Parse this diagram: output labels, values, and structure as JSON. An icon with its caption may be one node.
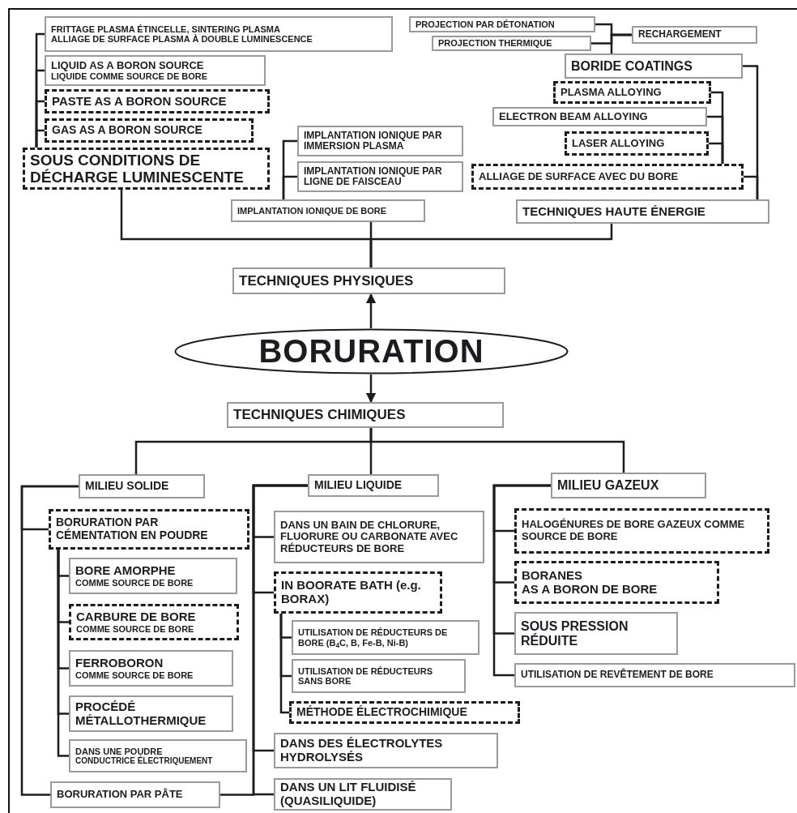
{
  "diagram": {
    "nodes": [
      {
        "text": [
          "BORURATION"
        ]
      },
      {
        "text": [
          "TECHNIQUES PHYSIQUES"
        ]
      },
      {
        "text": [
          "TECHNIQUES CHIMIQUES"
        ]
      },
      {
        "text": [
          "SOUS CONDITIONS DE DÉCHARGE LUMINESCENTE"
        ]
      },
      {
        "text": [
          "FRITTAGE PLASMA ÉTINCELLE, SINTERING PLASMA",
          "ALLIAGE DE SURFACE PLASMA À DOUBLE LUMINESCENCE"
        ]
      },
      {
        "text": [
          "LIQUID AS A BORON SOURCE",
          "LIQUIDE COMME SOURCE DE BORE"
        ]
      },
      {
        "text": [
          "PASTE AS A BORON SOURCE"
        ]
      },
      {
        "text": [
          "GAS AS A BORON SOURCE"
        ]
      },
      {
        "text": [
          "IMPLANTATION IONIQUE DE BORE"
        ]
      },
      {
        "text": [
          "IMPLANTATION IONIQUE PAR IMMERSION PLASMA"
        ]
      },
      {
        "text": [
          "IMPLANTATION IONIQUE PAR LIGNE DE FAISCEAU"
        ]
      },
      {
        "text": [
          "TECHNIQUES HAUTE ÉNERGIE"
        ]
      },
      {
        "text": [
          "BORIDE COATINGS"
        ]
      },
      {
        "text": [
          "RECHARGEMENT"
        ]
      },
      {
        "text": [
          "PROJECTION PAR DÉTONATION"
        ]
      },
      {
        "text": [
          "PROJECTION THERMIQUE"
        ]
      },
      {
        "text": [
          "PLASMA ALLOYING"
        ]
      },
      {
        "text": [
          "ELECTRON BEAM ALLOYING"
        ]
      },
      {
        "text": [
          "LASER ALLOYING"
        ]
      },
      {
        "text": [
          "ALLIAGE DE SURFACE AVEC DU BORE"
        ]
      },
      {
        "text": [
          "MILIEU SOLIDE"
        ]
      },
      {
        "text": [
          "MILIEU LIQUIDE"
        ]
      },
      {
        "text": [
          "MILIEU GAZEUX"
        ]
      },
      {
        "text": [
          "BORURATION PAR CÉMENTATION EN POUDRE"
        ]
      },
      {
        "text": [
          "BORURATION PAR PÂTE"
        ]
      },
      {
        "text": [
          "BORE AMORPHE",
          "COMME SOURCE DE BORE"
        ]
      },
      {
        "text": [
          "CARBURE DE BORE",
          "COMME SOURCE DE BORE"
        ]
      },
      {
        "text": [
          "FERROBORON",
          "COMME SOURCE DE BORE"
        ]
      },
      {
        "text": [
          "PROCÉDÉ MÉTALLOTHERMIQUE"
        ]
      },
      {
        "text": [
          "DANS UNE POUDRE",
          "CONDUCTRICE ÉLECTRIQUEMENT"
        ]
      },
      {
        "text": [
          "DANS UN BAIN DE CHLORURE, FLUORURE OU CARBONATE AVEC RÉDUCTEURS DE BORE"
        ]
      },
      {
        "text": [
          "IN BOORATE BATH (e.g. BORAX)"
        ]
      },
      {
        "text": [
          "UTILISATION DE RÉDUCTEURS DE BORE (B$_{4}$C, B, Fe-B, Ni-B)"
        ]
      },
      {
        "text": [
          "UTILISATION DE RÉDUCTEURS SANS BORE"
        ]
      },
      {
        "text": [
          "MÉTHODE ÉLECTROCHIMIQUE"
        ]
      },
      {
        "text": [
          "DANS DES ÉLECTROLYTES HYDROLYSÉS"
        ]
      },
      {
        "text": [
          "DANS UN LIT FLUIDISÉ (QUASILIQUIDE)"
        ]
      },
      {
        "text": [
          "HALOGÉNURES DE BORE GAZEUX COMME SOURCE DE BORE"
        ]
      },
      {
        "text": [
          "BORANES",
          "AS A BORON DE BORE"
        ]
      },
      {
        "text": [
          "SOUS PRESSION RÉDUITE"
        ]
      },
      {
        "text": [
          "UTILISATION DE REVÊTEMENT DE BORE"
        ]
      }
    ],
    "edges": [
      {
        "from": 0,
        "to": 1,
        "arrow": "to"
      },
      {
        "from": 0,
        "to": 2,
        "arrow": "to"
      },
      {
        "from": 1,
        "to": 3,
        "arrow": "none"
      },
      {
        "from": 1,
        "to": 8,
        "arrow": "none"
      },
      {
        "from": 1,
        "to": 11,
        "arrow": "none"
      },
      {
        "from": 3,
        "to": 4,
        "arrow": "none"
      },
      {
        "from": 3,
        "to": 5,
        "arrow": "none"
      },
      {
        "from": 3,
        "to": 6,
        "arrow": "none"
      },
      {
        "from": 3,
        "to": 7,
        "arrow": "none"
      },
      {
        "from": 8,
        "to": 9,
        "arrow": "none"
      },
      {
        "from": 8,
        "to": 10,
        "arrow": "none"
      },
      {
        "from": 11,
        "to": 12,
        "arrow": "none"
      },
      {
        "from": 11,
        "to": 19,
        "arrow": "none"
      },
      {
        "from": 12,
        "to": 13,
        "arrow": "none"
      },
      {
        "from": 13,
        "to": 14,
        "arrow": "none"
      },
      {
        "from": 13,
        "to": 15,
        "arrow": "none"
      },
      {
        "from": 19,
        "to": 16,
        "arrow": "none"
      },
      {
        "from": 19,
        "to": 17,
        "arrow": "none"
      },
      {
        "from": 19,
        "to": 18,
        "arrow": "none"
      },
      {
        "from": 2,
        "to": 20,
        "arrow": "none"
      },
      {
        "from": 2,
        "to": 21,
        "arrow": "none"
      },
      {
        "from": 2,
        "to": 22,
        "arrow": "none"
      },
      {
        "from": 20,
        "to": 23,
        "arrow": "none"
      },
      {
        "from": 20,
        "to": 24,
        "arrow": "none"
      },
      {
        "from": 23,
        "to": 25,
        "arrow": "none"
      },
      {
        "from": 23,
        "to": 26,
        "arrow": "none"
      },
      {
        "from": 23,
        "to": 27,
        "arrow": "none"
      },
      {
        "from": 23,
        "to": 28,
        "arrow": "none"
      },
      {
        "from": 23,
        "to": 29,
        "arrow": "none"
      },
      {
        "from": 21,
        "to": 30,
        "arrow": "none"
      },
      {
        "from": 21,
        "to": 31,
        "arrow": "none"
      },
      {
        "from": 21,
        "to": 35,
        "arrow": "none"
      },
      {
        "from": 21,
        "to": 36,
        "arrow": "none"
      },
      {
        "from": 21,
        "to": 24,
        "arrow": "none"
      },
      {
        "from": 31,
        "to": 32,
        "arrow": "none"
      },
      {
        "from": 31,
        "to": 33,
        "arrow": "none"
      },
      {
        "from": 31,
        "to": 34,
        "arrow": "none"
      },
      {
        "from": 22,
        "to": 37,
        "arrow": "none"
      },
      {
        "from": 22,
        "to": 38,
        "arrow": "none"
      },
      {
        "from": 22,
        "to": 39,
        "arrow": "none"
      },
      {
        "from": 22,
        "to": 40,
        "arrow": "none"
      }
    ]
  }
}
